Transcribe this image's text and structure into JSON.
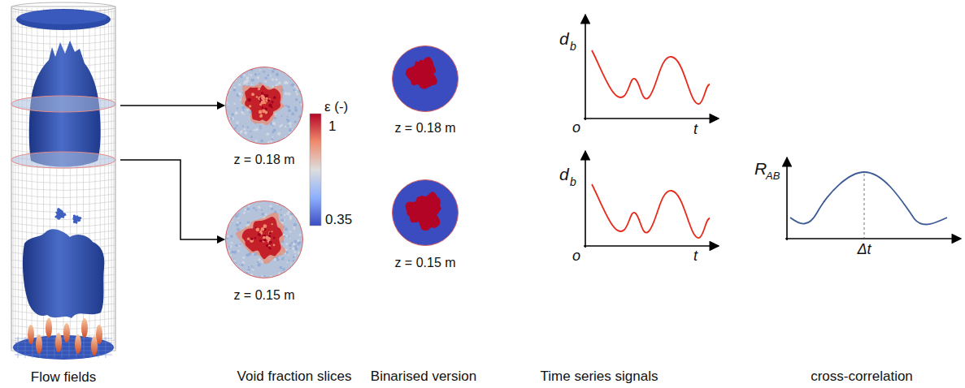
{
  "diagram": {
    "nodes": [
      {
        "text": [
          "Flow fields"
        ]
      },
      {
        "text": [
          "z = 0.18 m"
        ]
      },
      {
        "text": [
          "z = 0.15 m"
        ]
      },
      {
        "text": [
          "z = 0.18 m"
        ]
      },
      {
        "text": [
          "z = 0.15 m"
        ]
      }
    ],
    "edges": [
      {
        "from": 0,
        "to": 1,
        "arrow": "to"
      },
      {
        "from": 0,
        "to": 2,
        "arrow": "to"
      }
    ],
    "labels": [
      "ε (-)",
      "1",
      "0.35",
      "d",
      "b",
      "o",
      "t",
      "d",
      "b",
      "o",
      "t",
      "R",
      "AB",
      "Δt",
      "Void fraction slices",
      "Binarised version",
      "Time series signals",
      "cross-correlation"
    ]
  }
}
